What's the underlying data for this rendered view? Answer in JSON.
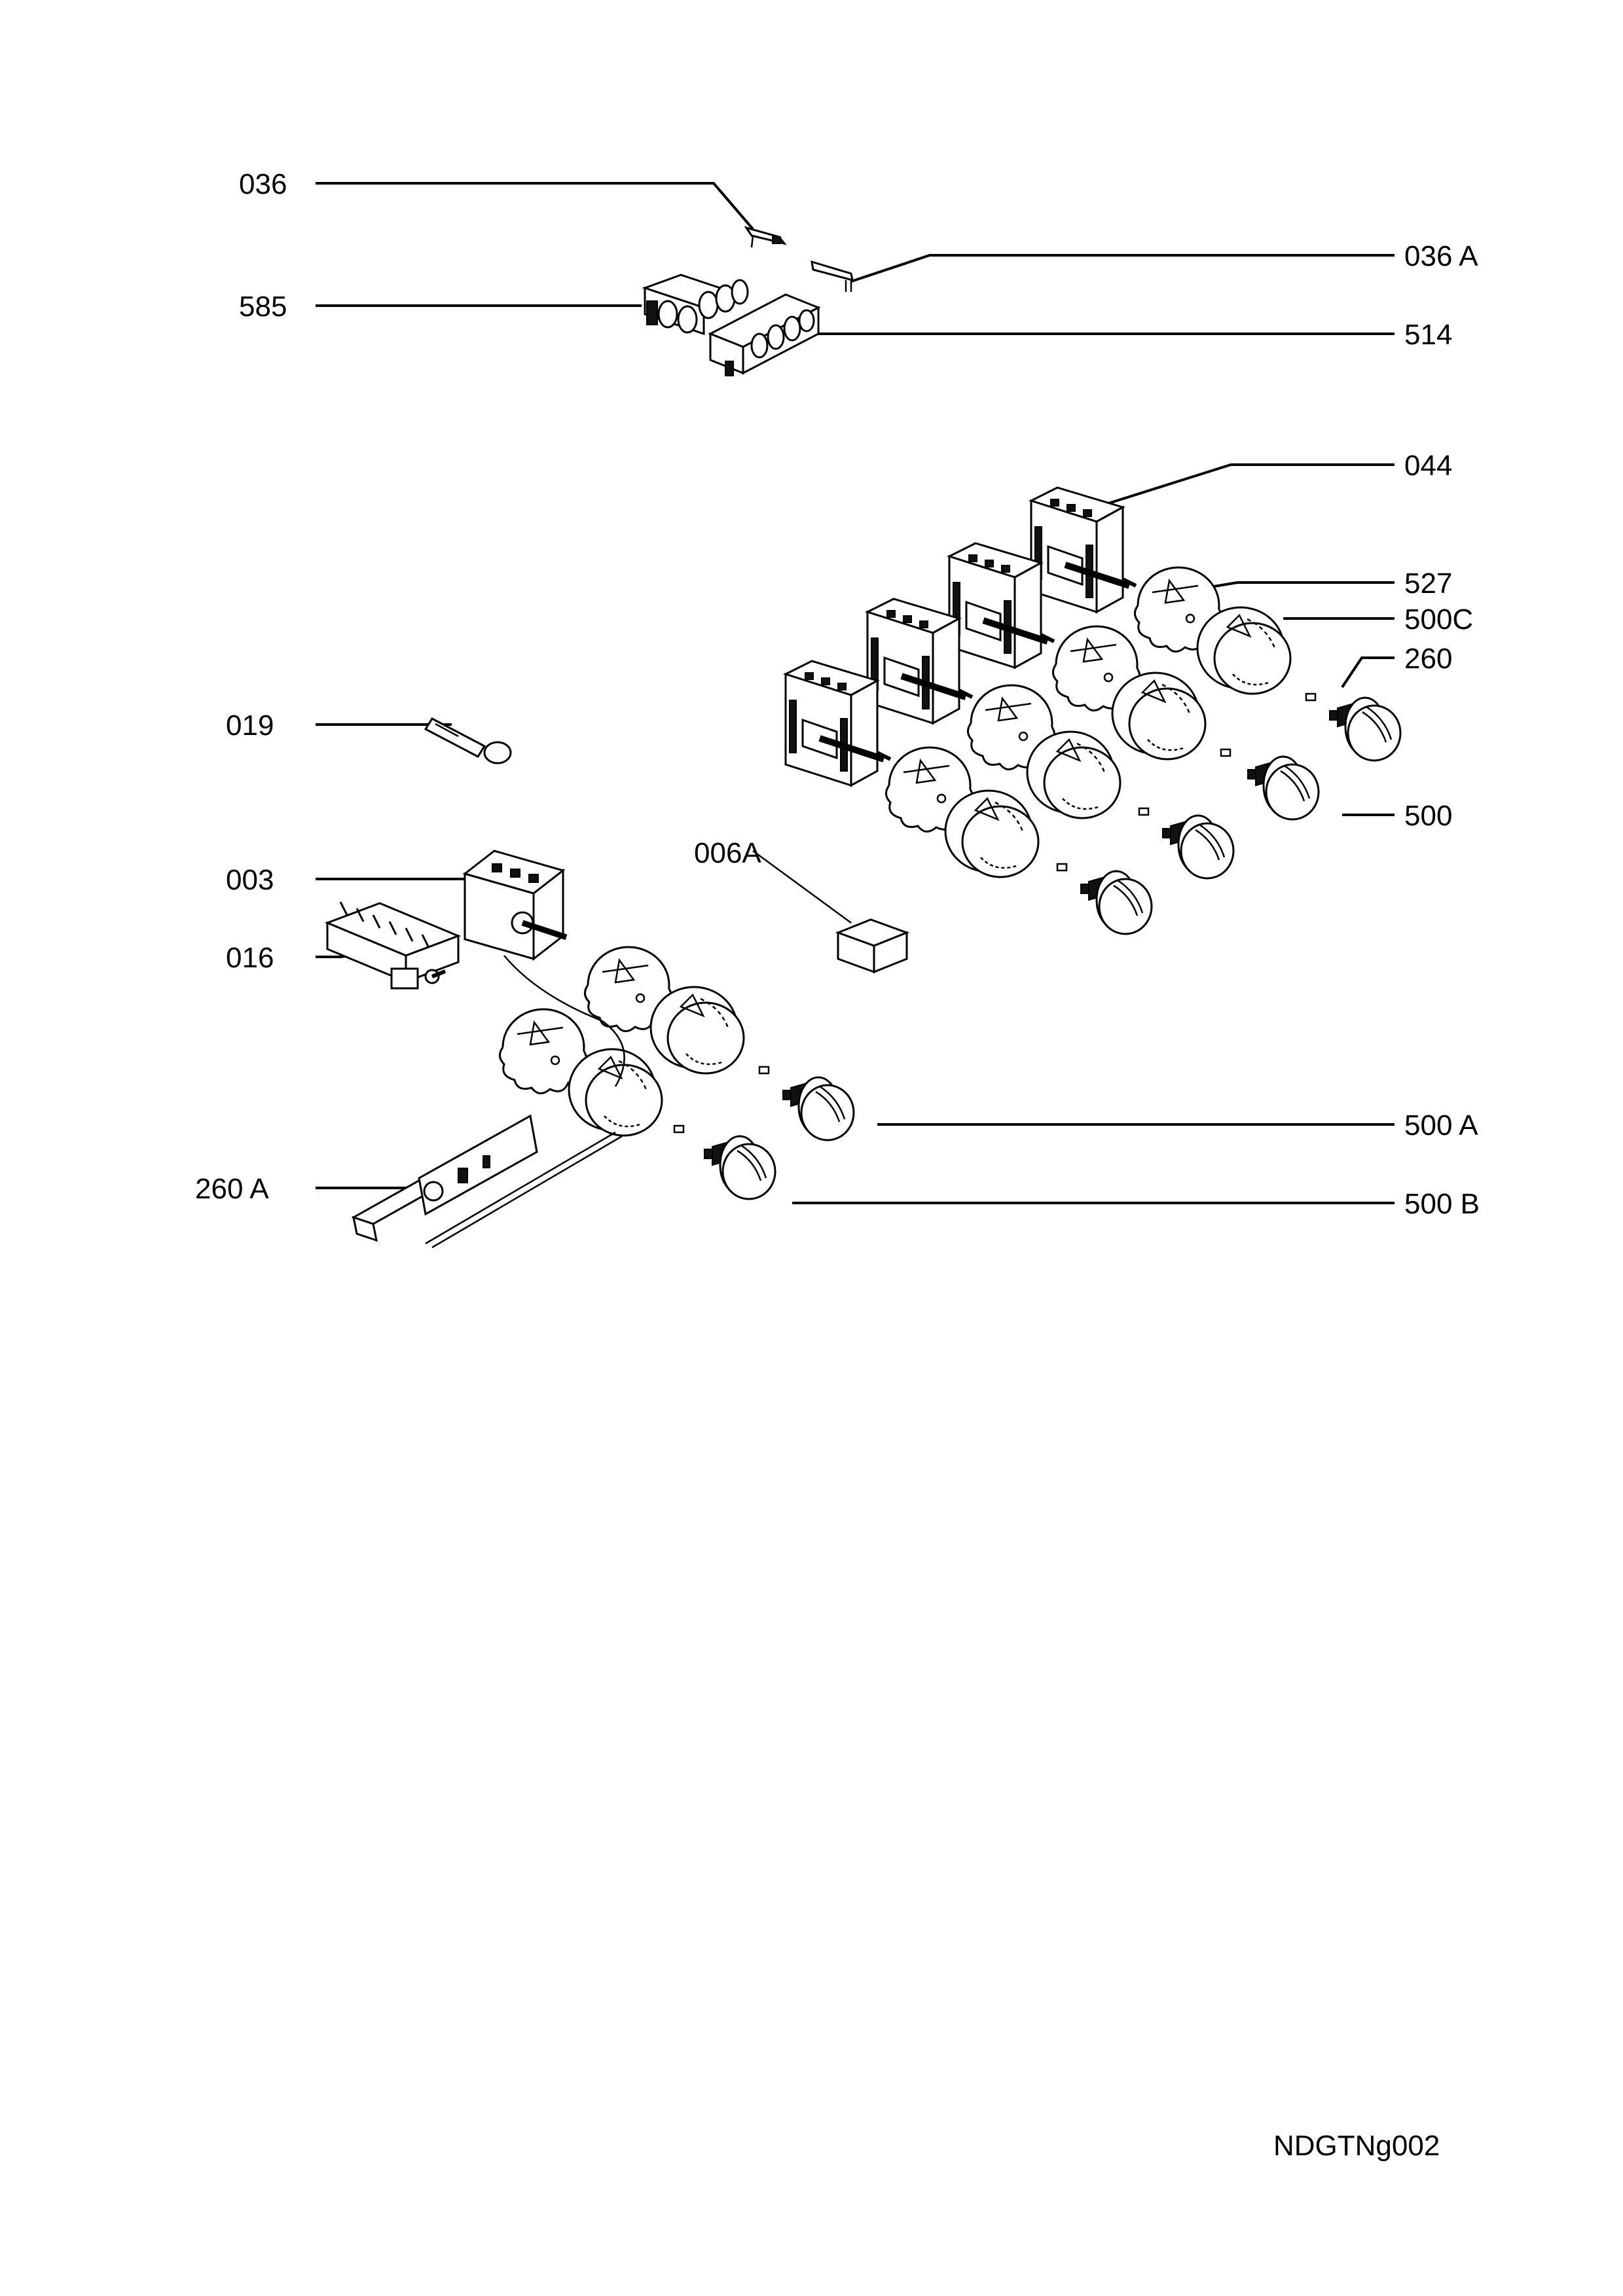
{
  "labels": {
    "l036": "036",
    "l036a": "036 A",
    "l585": "585",
    "l514": "514",
    "l044": "044",
    "l527": "527",
    "l500c": "500C",
    "l260": "260",
    "l019": "019",
    "l500": "500",
    "l003": "003",
    "l006a": "006A",
    "l016": "016",
    "l500a": "500 A",
    "l260a": "260 A",
    "l500b": "500 B"
  },
  "drawing_code": "NDGTNg002"
}
